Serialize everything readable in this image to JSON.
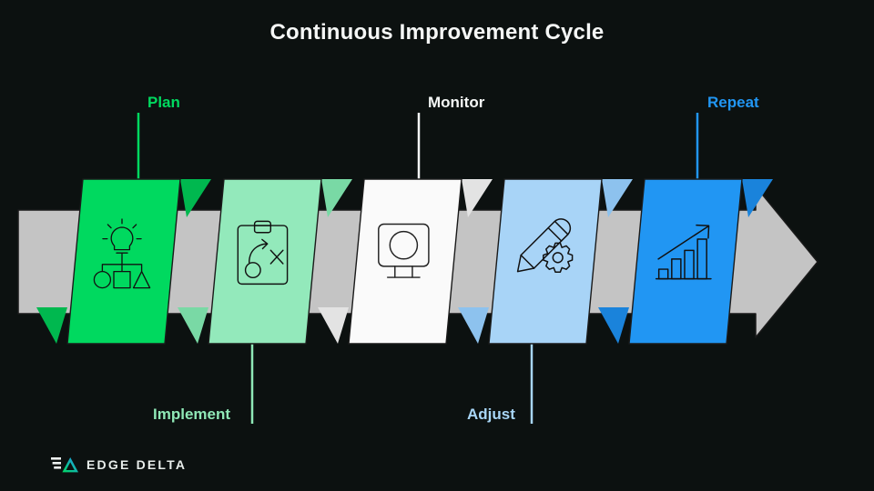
{
  "page": {
    "title": "Continuous Improvement Cycle",
    "background_color": "#0c1110"
  },
  "brand": {
    "name": "EDGE DELTA",
    "logo_icon": "edge-delta-triangle-icon",
    "gradient_from": "#00d95f",
    "gradient_to": "#2196f3"
  },
  "diagram": {
    "type": "process-arrow-ribbon",
    "arrow_band_color": "#c4c4c4",
    "stages": [
      {
        "label": "Plan",
        "label_position": "top",
        "label_color": "#00d95f",
        "card_color": "#00d95f",
        "fold_color": "#00b84f",
        "icon": "lightbulb-strategy-icon"
      },
      {
        "label": "Implement",
        "label_position": "bottom",
        "label_color": "#8fe8b6",
        "card_color": "#93e9bb",
        "fold_color": "#79d9a5",
        "icon": "clipboard-playbook-icon"
      },
      {
        "label": "Monitor",
        "label_position": "top",
        "label_color": "#f5f7f6",
        "card_color": "#fafafa",
        "fold_color": "#e3e3e3",
        "icon": "monitor-display-icon"
      },
      {
        "label": "Adjust",
        "label_position": "bottom",
        "label_color": "#a8d6f7",
        "card_color": "#a8d4f7",
        "fold_color": "#8dc2ee",
        "icon": "pencil-gear-icon"
      },
      {
        "label": "Repeat",
        "label_position": "top",
        "label_color": "#2196f3",
        "card_color": "#2196f3",
        "fold_color": "#1a83db",
        "icon": "growth-bar-chart-icon"
      }
    ]
  }
}
